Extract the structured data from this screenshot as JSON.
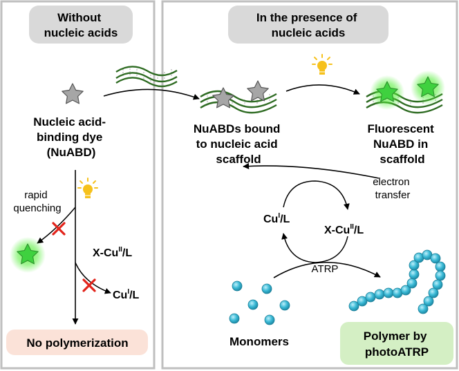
{
  "left_panel": {
    "header_line1": "Without",
    "header_line2": "nucleic acids",
    "dye_line1": "Nucleic acid-",
    "dye_line2": "binding dye",
    "dye_line3": "(NuABD)",
    "quench_line1": "rapid",
    "quench_line2": "quenching",
    "xcu_prefix": "X-Cu",
    "xcu_sup": "II",
    "xcu_suffix": "/L",
    "cu_prefix": "Cu",
    "cu_sup": "I",
    "cu_suffix": "/L",
    "result": "No polymerization"
  },
  "right_panel": {
    "header_line1": "In the presence of",
    "header_line2": "nucleic acids",
    "bound_line1": "NuABDs bound",
    "bound_line2": "to nucleic acid",
    "bound_line3": "scaffold",
    "fluor_line1": "Fluorescent",
    "fluor_line2": "NuABD in",
    "fluor_line3": "scaffold",
    "et_line1": "electron",
    "et_line2": "transfer",
    "cu_prefix": "Cu",
    "cu_sup": "I",
    "cu_suffix": "/L",
    "xcu_prefix": "X-Cu",
    "xcu_sup": "II",
    "xcu_suffix": "/L",
    "atrp": "ATRP",
    "monomers": "Monomers",
    "polymer_line1": "Polymer by",
    "polymer_line2": "photoATRP"
  },
  "colors": {
    "dna_strand": "#2e6b22",
    "star_gray": "#a6a6a6",
    "star_green": "#3fd13f",
    "glow_green": "#7dff55",
    "bulb": "#f6c11c",
    "monomer": "#37b6d3",
    "cross": "#e2231a",
    "result_left_bg": "#fbe2d8",
    "result_right_bg": "#d4efc4",
    "header_bg": "#d9d9d9"
  }
}
